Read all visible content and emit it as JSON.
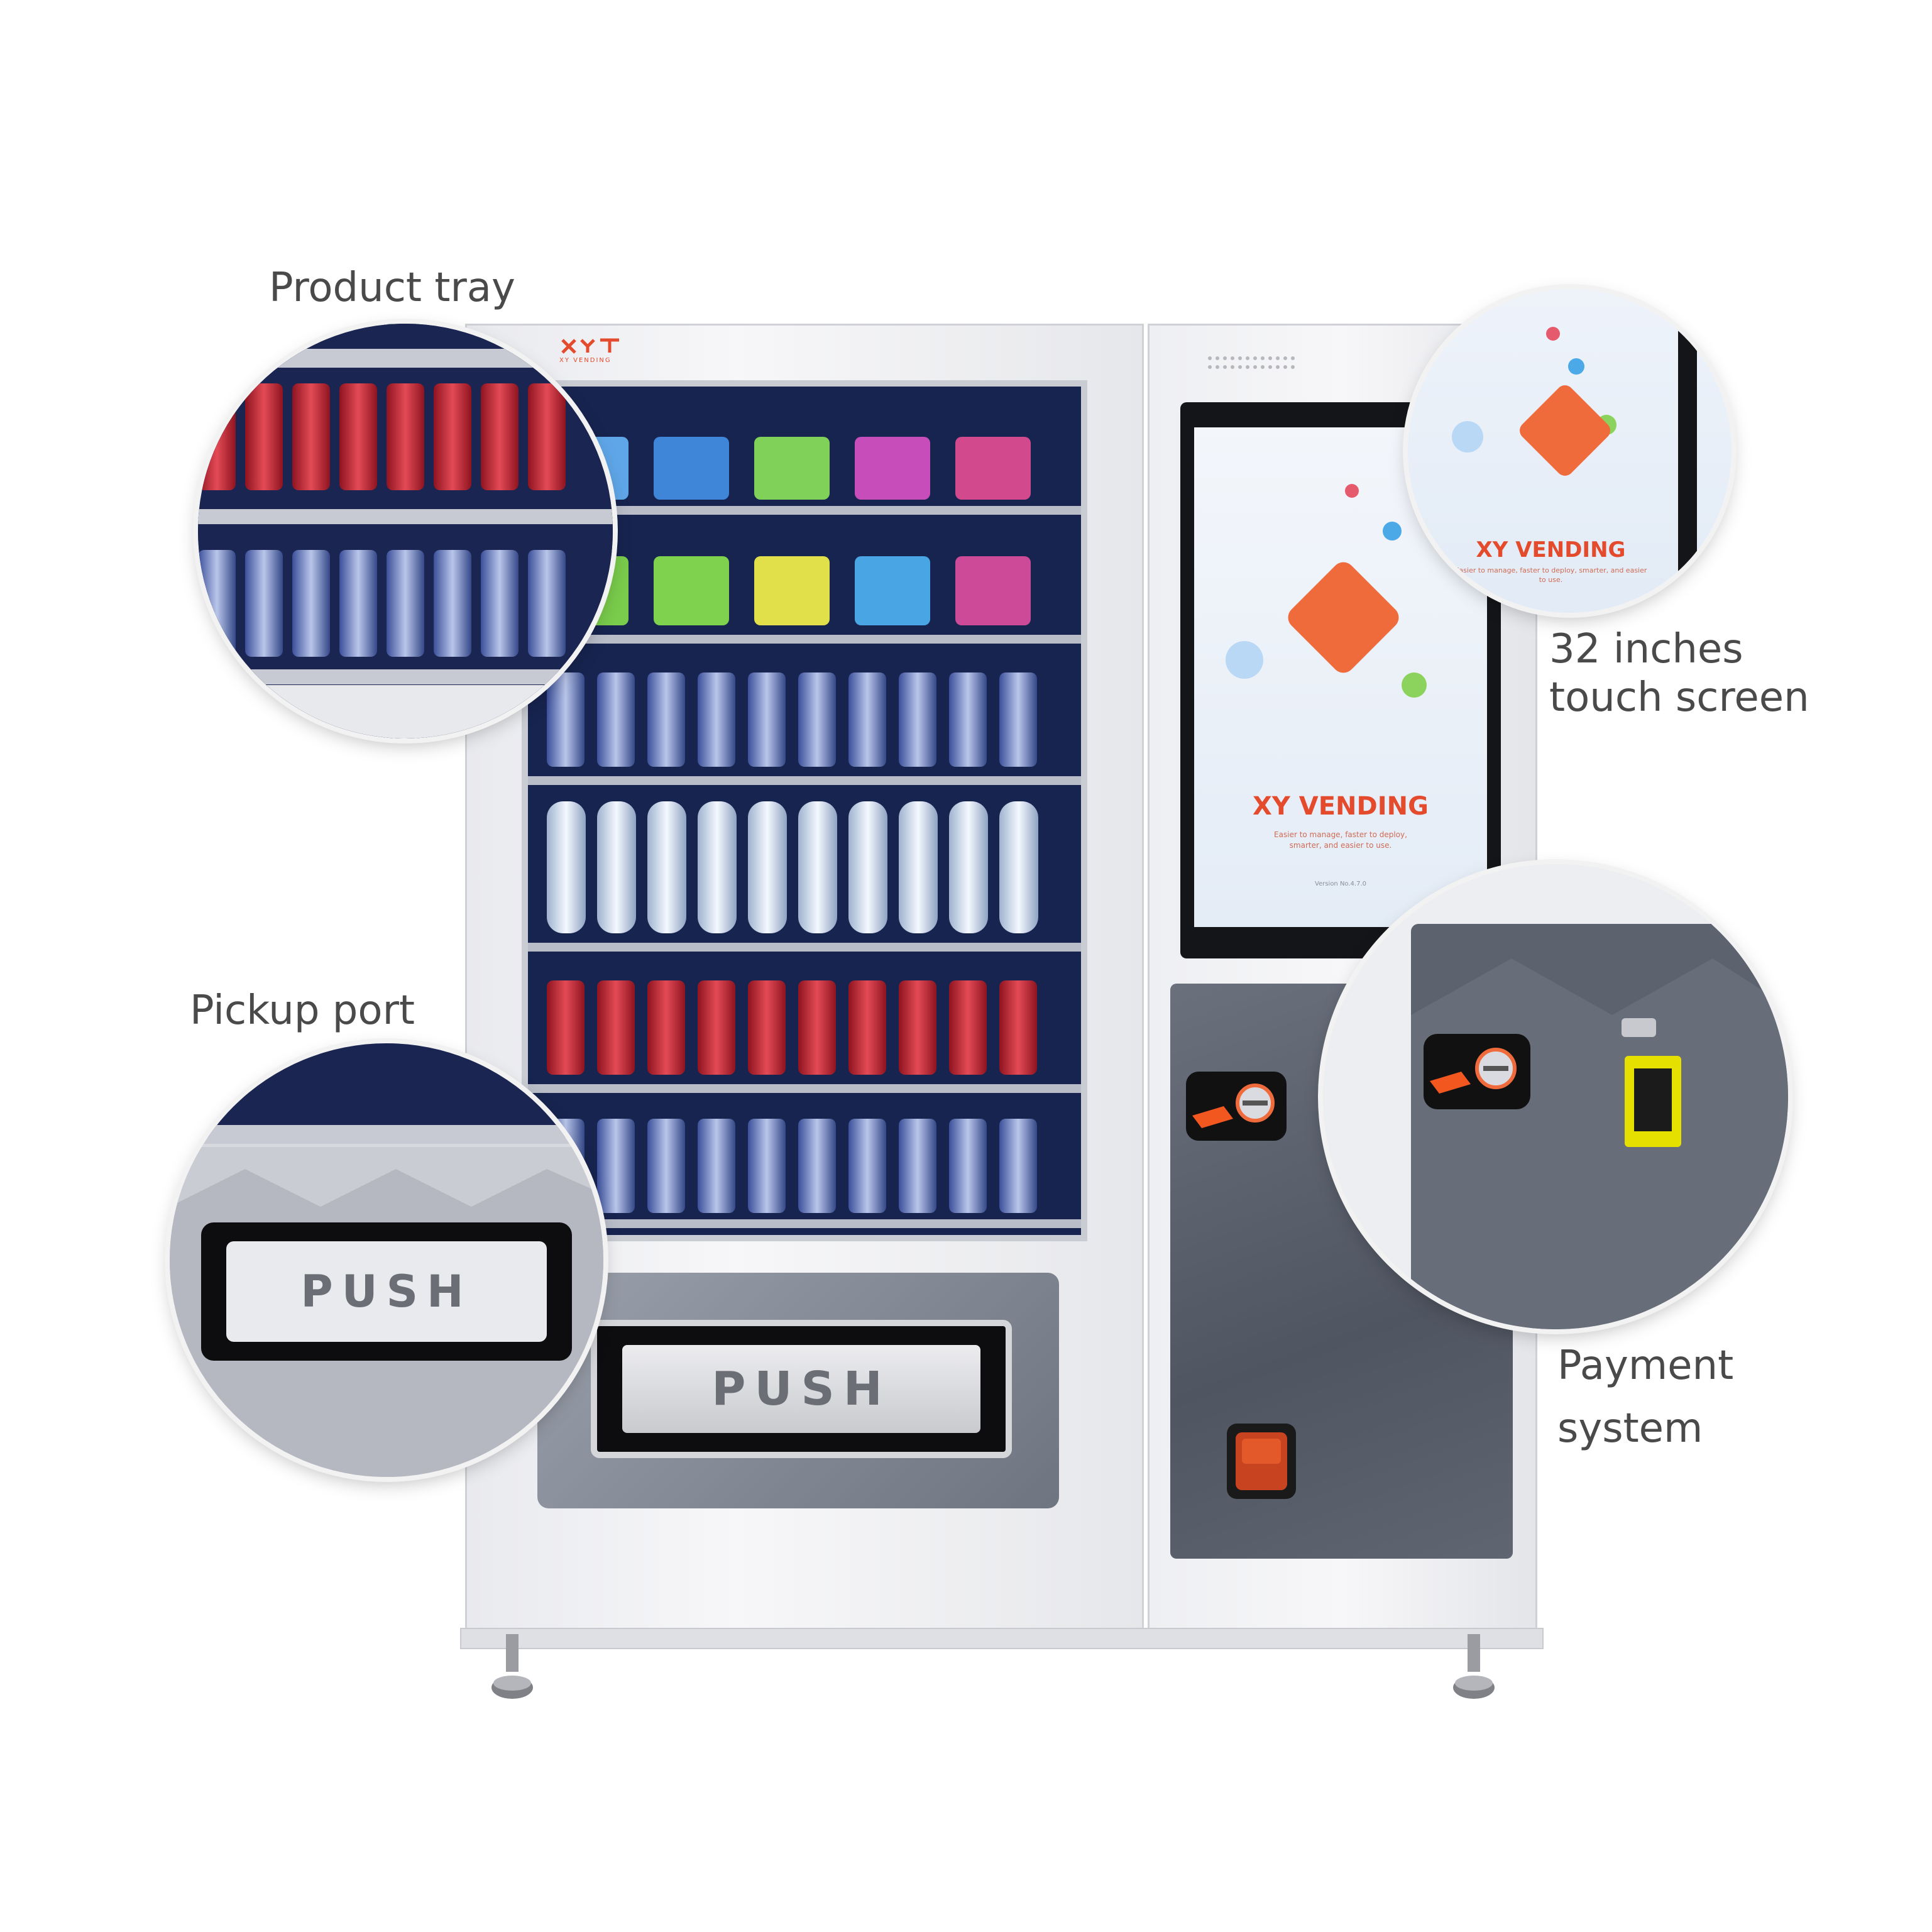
{
  "labels": {
    "product_tray": "Product tray",
    "touch_screen_line1": "32  inches",
    "touch_screen_line2": "touch screen",
    "pickup_port": "Pickup port",
    "payment_line1": "Payment",
    "payment_line2": "system"
  },
  "machine": {
    "logo_text": "XY VENDING",
    "push_label": "PUSH",
    "screen_brand": "XY  VENDING",
    "screen_tagline": "Easier to manage, faster to deploy, smarter, and easier to use.",
    "screen_version": "Version No.4.7.0"
  },
  "zoom": {
    "screen_brand": "XY  VENDING",
    "screen_tagline": "Easier to manage, faster to deploy, smarter, and easier to use.",
    "push_label": "PUSH"
  },
  "colors": {
    "label_text": "#4a4a4a",
    "brand_red": "#e44a2c",
    "coke_red": "#c8202c",
    "panel_gray": "#5a606c",
    "bill_yellow": "#e6e000"
  }
}
